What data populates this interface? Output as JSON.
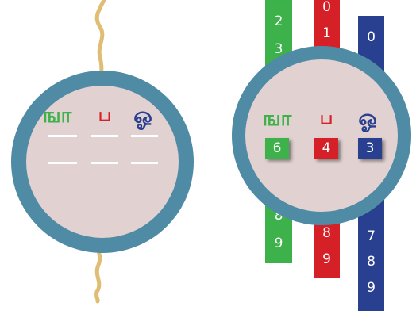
{
  "colors": {
    "green": "#3db14a",
    "red": "#d52027",
    "blue": "#293f8f",
    "dial_face": "#e1d1d1",
    "dial_ring": "#4f8ba5",
    "string": "#e0bd74"
  },
  "left_lock": {
    "symbols": [
      "ஙா",
      "ப",
      "ஓ"
    ],
    "blank_rows": 2
  },
  "right_lock": {
    "symbols": [
      "ஙா",
      "ப",
      "ஓ"
    ],
    "selected": [
      "6",
      "4",
      "3"
    ],
    "strips": [
      {
        "color": "green",
        "digits_top": [
          "2",
          "3"
        ],
        "digits_bottom": [
          "8",
          "9"
        ]
      },
      {
        "color": "red",
        "digits_top": [
          "0",
          "1"
        ],
        "digits_bottom": [
          "8",
          "9"
        ]
      },
      {
        "color": "blue",
        "digits_top": [
          "0"
        ],
        "digits_bottom": [
          "7",
          "8",
          "9"
        ]
      }
    ]
  }
}
